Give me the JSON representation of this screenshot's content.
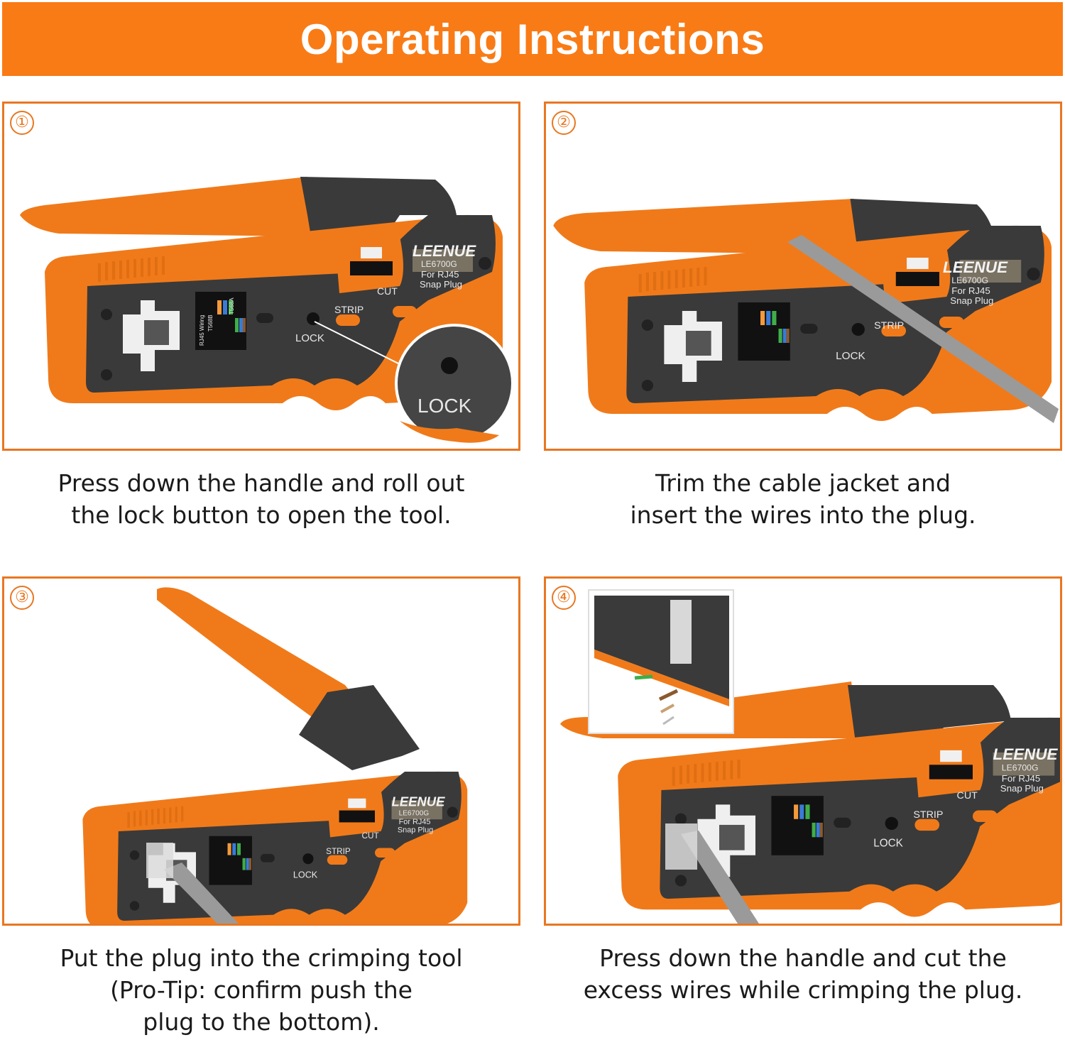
{
  "header": {
    "title": "Operating Instructions"
  },
  "tool_labels": {
    "brand": "LEENUE",
    "model": "LE6700G",
    "for": "For RJ45",
    "plug": "Snap Plug",
    "cut": "CUT",
    "strip": "STRIP",
    "lock": "LOCK",
    "wiring": "RJ45 Wiring",
    "t568b": "T568B",
    "t568a": "T568A"
  },
  "steps": [
    {
      "number": "①",
      "caption_lines": [
        "Press down the handle and roll out",
        "the lock button to open the tool."
      ]
    },
    {
      "number": "②",
      "caption_lines": [
        "Trim the cable jacket and",
        "insert the wires into the plug."
      ]
    },
    {
      "number": "③",
      "caption_lines": [
        "Put the plug into the crimping tool",
        "(Pro-Tip: confirm push the",
        "plug to the bottom)."
      ]
    },
    {
      "number": "④",
      "caption_lines": [
        "Press down the handle and cut the",
        "excess wires while crimping the plug."
      ]
    }
  ],
  "colors": {
    "orange": "#F97B16",
    "border": "#E87722",
    "tool_dark": "#3a3a3a",
    "tool_orange": "#F07A1A"
  }
}
